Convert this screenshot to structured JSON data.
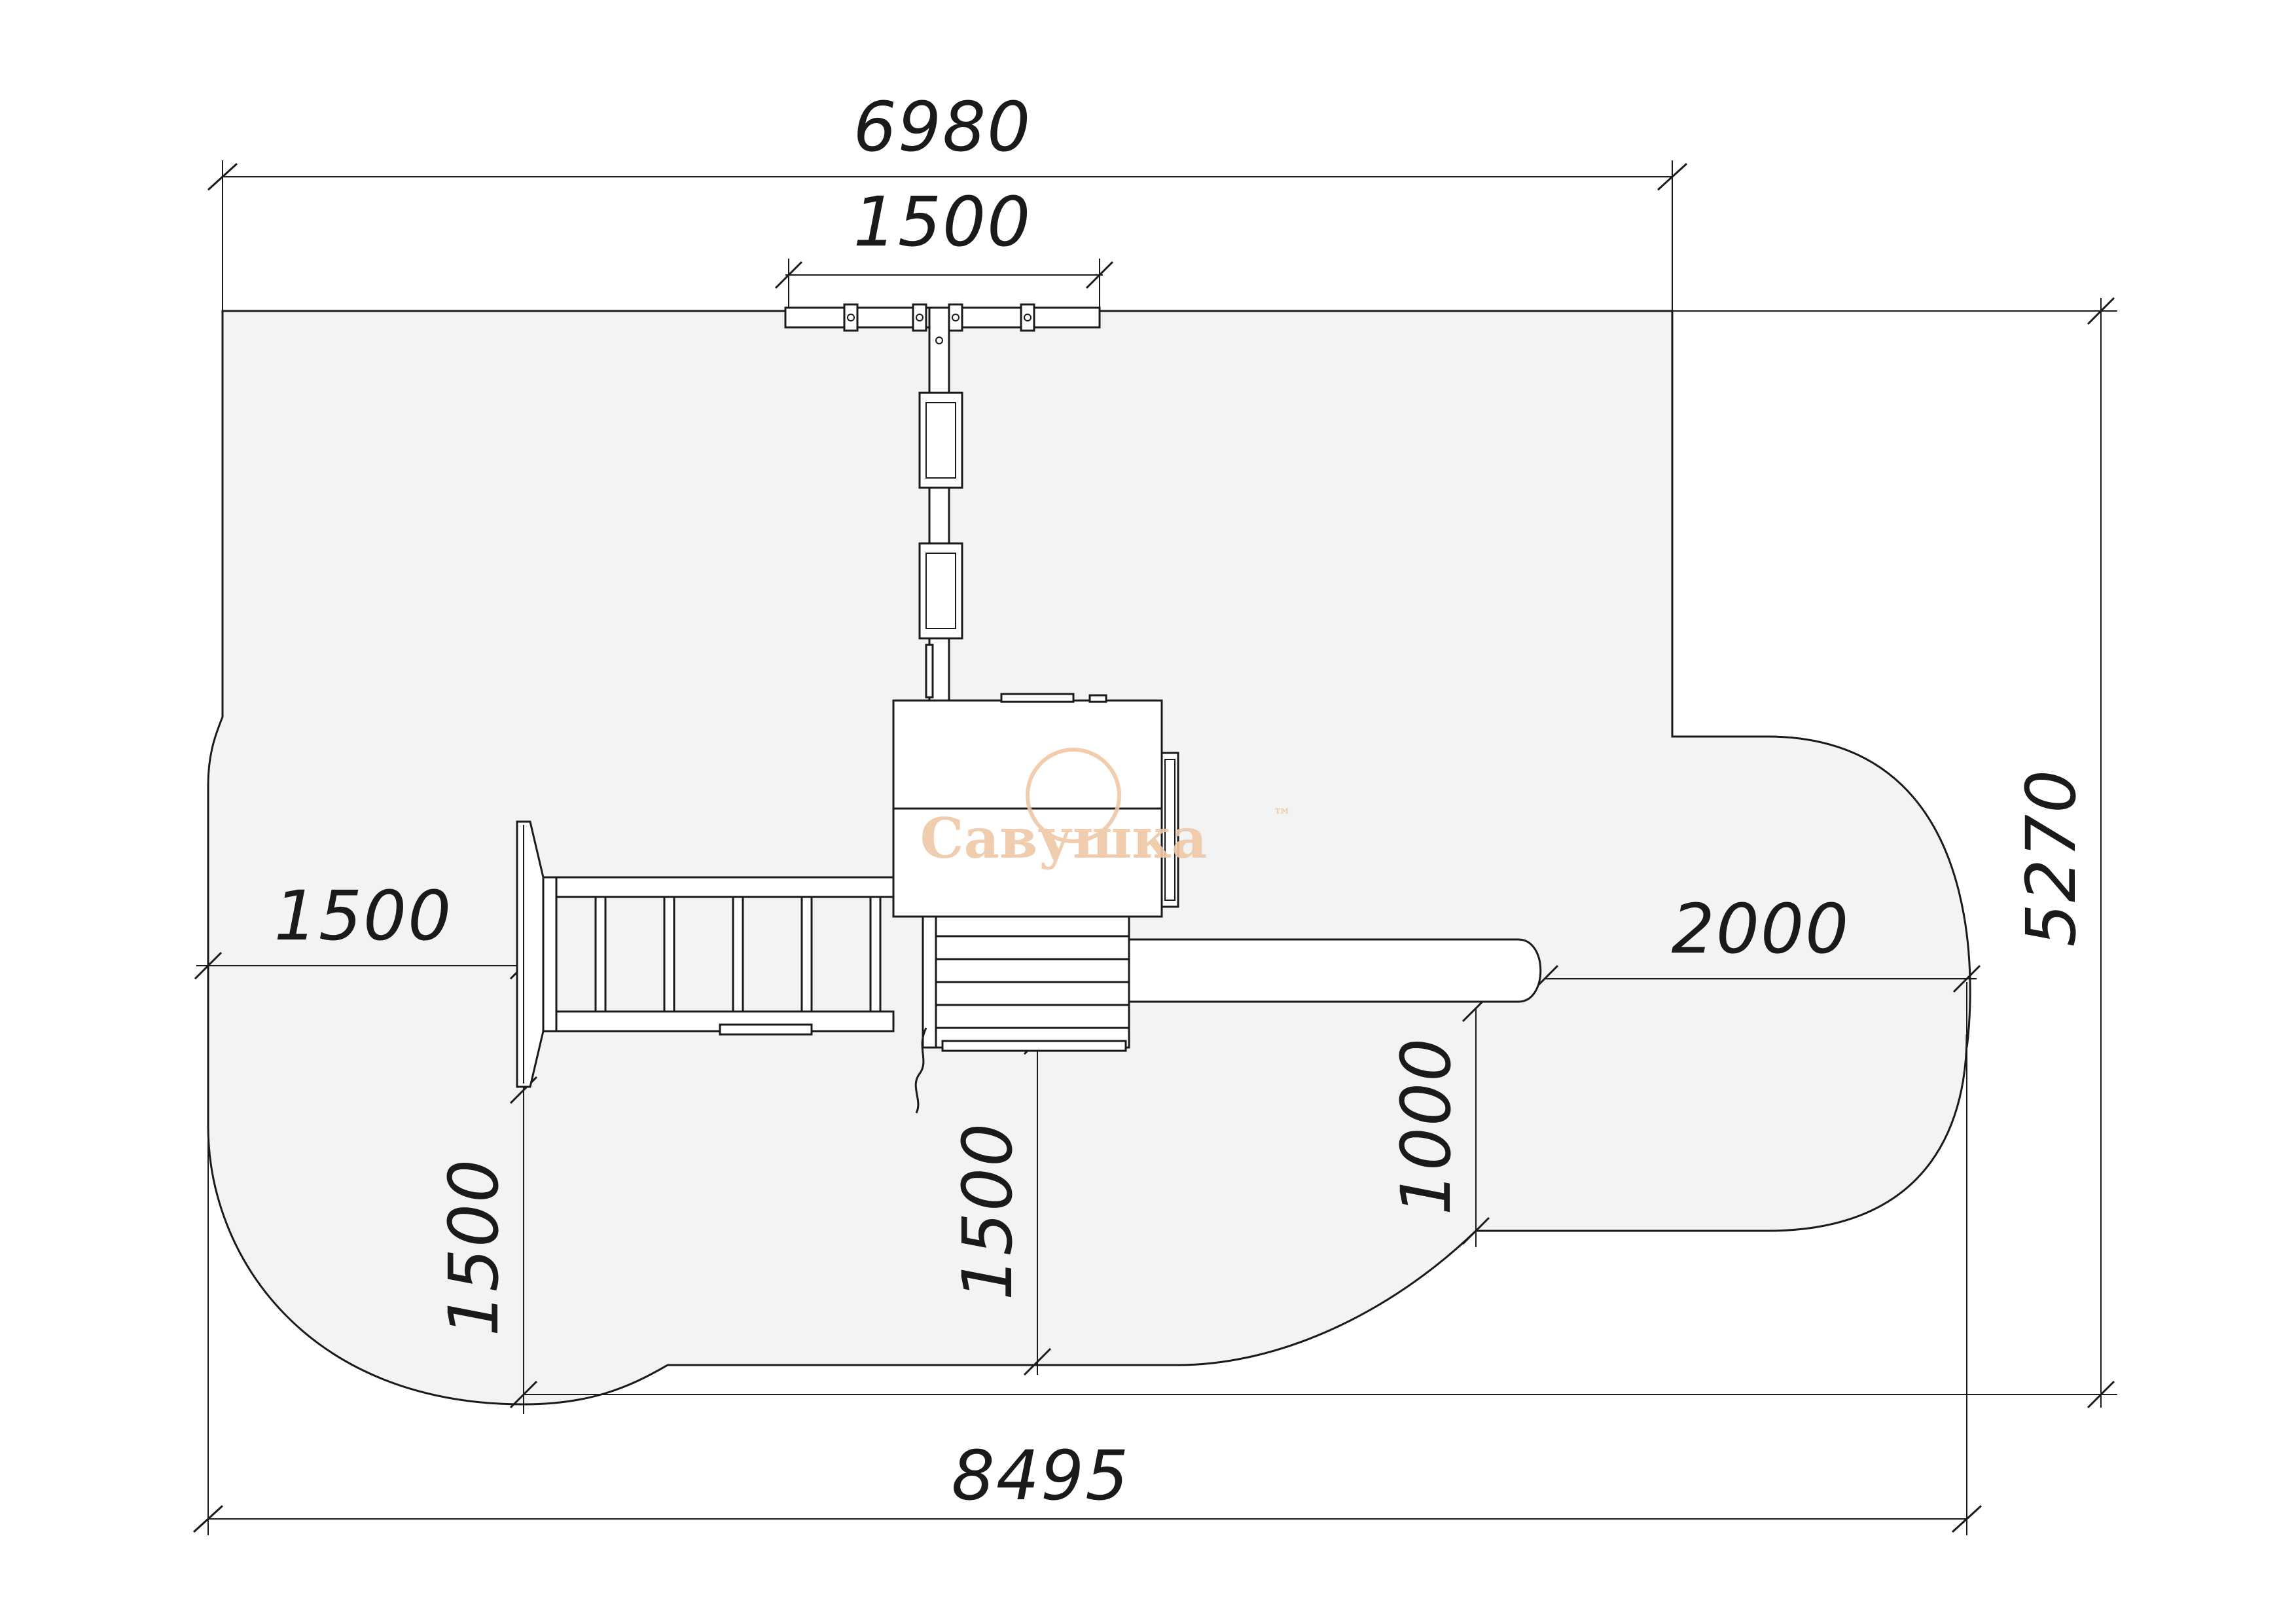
{
  "diagram": {
    "dimensions": {
      "overall_width_top": "6980",
      "beam_width": "1500",
      "overall_height": "5270",
      "overall_width_bottom": "8495",
      "left_clearance": "1500",
      "slide_clearance": "2000",
      "slide_side_clearance": "1000",
      "bottom_left_clearance": "1500",
      "bottom_center_clearance": "1500"
    },
    "logo": {
      "text": "Савушка",
      "trademark": "™"
    },
    "colors": {
      "zone_fill": "#f3f3f3",
      "line": "#1a1a1a",
      "logo": "#f0c8a8"
    }
  }
}
